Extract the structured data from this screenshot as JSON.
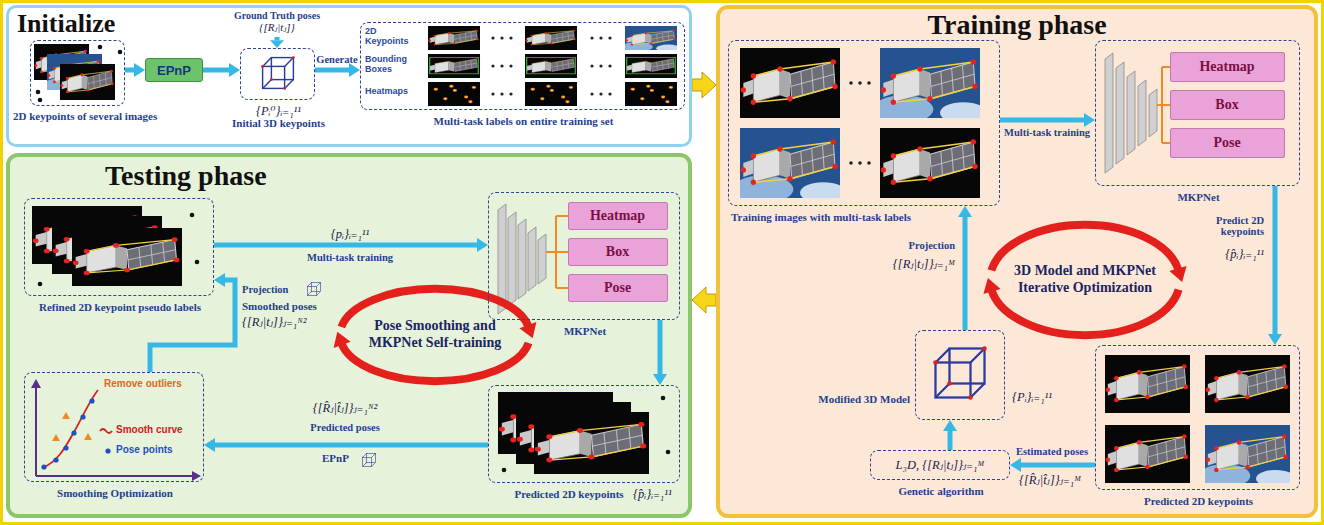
{
  "diagram": {
    "nodes": [
      {
        "text": [
          "Initialize"
        ]
      },
      {
        "text": [
          "2D keypoints of several images"
        ],
        "in": 0
      },
      {
        "text": [
          "EPnP"
        ],
        "in": 0
      },
      {
        "text": [
          "Ground Truth poses",
          "{[Rⱼ|tⱼ]}"
        ],
        "in": 0
      },
      {
        "text": [
          "{Pᵢ⁰}ᵢ₌₁¹¹",
          "Initial 3D keypoints"
        ],
        "in": 0
      },
      {
        "text": [
          "Multi-task labels on entire training set"
        ],
        "in": 0
      },
      {
        "text": [
          "Training phase"
        ]
      },
      {
        "text": [
          "Training images with multi-task labels"
        ],
        "in": 6
      },
      {
        "text": [
          "MKPNet"
        ],
        "in": 6
      },
      {
        "text": [
          "Heatmap"
        ],
        "in": 8
      },
      {
        "text": [
          "Box"
        ],
        "in": 8
      },
      {
        "text": [
          "Pose"
        ],
        "in": 8
      },
      {
        "text": [
          "Predicted 2D keypoints"
        ],
        "in": 6
      },
      {
        "text": [
          "L₃D, {[Rⱼ|tⱼ]}ⱼ₌₁ᴹ",
          "Genetic algorithm"
        ],
        "in": 6
      },
      {
        "text": [
          "Modified 3D Model",
          "{Pᵢ}ᵢ₌₁¹¹"
        ],
        "in": 6
      },
      {
        "text": [
          "Testing phase"
        ]
      },
      {
        "text": [
          "Refined 2D keypoint pseudo labels"
        ],
        "in": 15
      },
      {
        "text": [
          "MKPNet"
        ],
        "in": 15
      },
      {
        "text": [
          "Heatmap"
        ],
        "in": 17
      },
      {
        "text": [
          "Box"
        ],
        "in": 17
      },
      {
        "text": [
          "Pose"
        ],
        "in": 17
      },
      {
        "text": [
          "Predicted 2D keypoints",
          "{p̂ᵢ}ᵢ₌₁¹¹"
        ],
        "in": 15
      },
      {
        "text": [
          "Smoothing Optimization"
        ],
        "in": 15
      }
    ],
    "edges": [
      {
        "from": 0,
        "to": 6,
        "arrow": "to"
      },
      {
        "from": 1,
        "to": 2,
        "arrow": "to"
      },
      {
        "from": 2,
        "to": 4,
        "arrow": "to"
      },
      {
        "from": 3,
        "to": 4,
        "arrow": "to"
      },
      {
        "from": 4,
        "to": 5,
        "arrow": "to",
        "label": "Generate"
      },
      {
        "from": 7,
        "to": 8,
        "arrow": "to",
        "label": "Multi-task training"
      },
      {
        "from": 8,
        "to": 12,
        "arrow": "to",
        "label": "Predict 2D keypoints"
      },
      {
        "from": 12,
        "to": 13,
        "arrow": "to",
        "label": "Estimated poses"
      },
      {
        "from": 13,
        "to": 14,
        "arrow": "to"
      },
      {
        "from": 14,
        "to": 7,
        "arrow": "to",
        "label": "Projection"
      },
      {
        "from": 6,
        "to": 15,
        "arrow": "to"
      },
      {
        "from": 16,
        "to": 17,
        "arrow": "to",
        "label": "Multi-task training"
      },
      {
        "from": 17,
        "to": 21,
        "arrow": "to"
      },
      {
        "from": 21,
        "to": 22,
        "arrow": "to",
        "label": "Predicted poses"
      },
      {
        "from": 22,
        "to": 16,
        "arrow": "to",
        "label": "Projection"
      }
    ],
    "labels": [
      "2D Keypoints",
      "Bounding Boxes",
      "Heatmaps",
      "{[Rⱼ|tⱼ]}ⱼ₌₁ᴹ",
      "3D Model and MKPNet Iterative Optimization",
      "{p̂ᵢ}ᵢ₌₁¹¹",
      "{[R̂ⱼ|t̂ⱼ]}ⱼ₌₁ᴹ",
      "{pᵢ}ᵢ₌₁¹¹",
      "Pose Smoothing and MKPNet Self-training",
      "Smoothed poses",
      "{[Rⱼ|tⱼ]}ⱼ₌₁ᴺ²",
      "{[R̂ⱼ|t̂ⱼ]}ⱼ₌₁ᴺ²",
      "EPnP",
      "Remove outliers",
      "Smooth curve",
      "Pose points"
    ]
  }
}
